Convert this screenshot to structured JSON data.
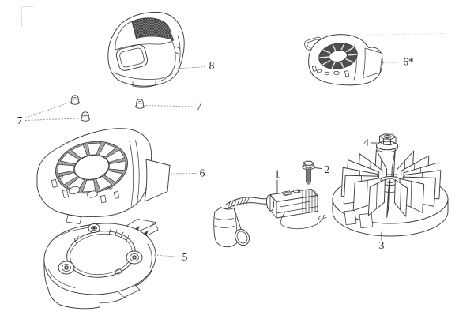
{
  "diagram": {
    "type": "exploded-parts-line-drawing",
    "colors": {
      "background": "#ffffff",
      "line": "#3d3d3d",
      "label": "#262626",
      "grille_dark": "#8b8b8b",
      "mesh_gray": "#c4c4c4",
      "fan_ring_dark": "#4e4e4e"
    },
    "callouts": [
      {
        "label": "1",
        "depicts": "ignition-coil-assembly"
      },
      {
        "label": "2",
        "depicts": "flange-bolt"
      },
      {
        "label": "3",
        "depicts": "flywheel-fan"
      },
      {
        "label": "4",
        "depicts": "flange-nut"
      },
      {
        "label": "5",
        "depicts": "starter-base-ring"
      },
      {
        "label": "6",
        "depicts": "fan-cover"
      },
      {
        "label": "6*",
        "depicts": "fan-cover-variant"
      },
      {
        "label": "7",
        "depicts": "cap-bolts-left-pair"
      },
      {
        "label": "7",
        "depicts": "cap-bolt-right"
      },
      {
        "label": "8",
        "depicts": "engine-top-cover"
      }
    ]
  }
}
